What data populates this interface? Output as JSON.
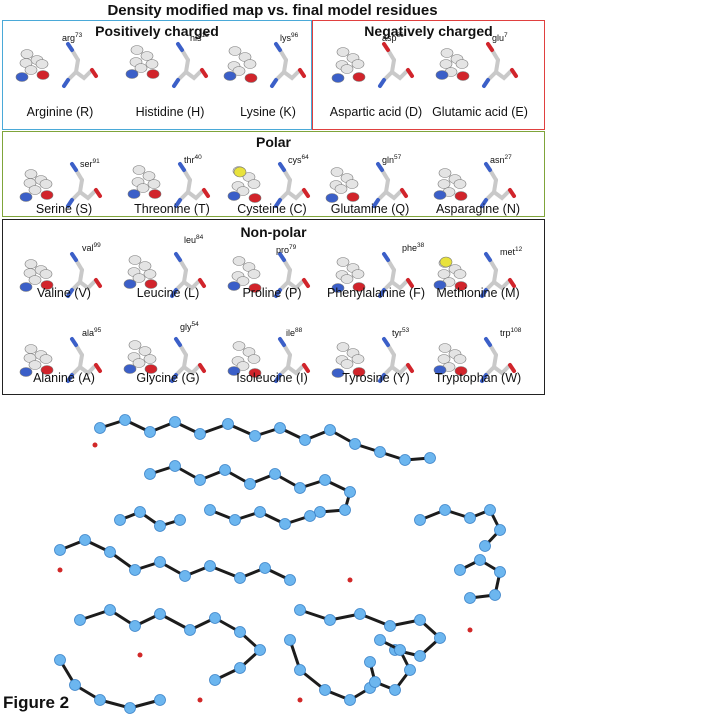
{
  "title": "Density modified map vs. final model residues",
  "figure_label": "Figure 2",
  "colors": {
    "positive": "#4aa9d8",
    "negative": "#e0403f",
    "polar": "#7fa43a",
    "nonpolar": "#222222",
    "density_blue": "#3b5fc8",
    "density_red": "#d1242b",
    "density_white": "#e4e4e4",
    "map_sphere": "#6cb6ef",
    "map_bond": "#1c1c1c",
    "sulfur": "#e8e23c"
  },
  "groups": [
    {
      "name": "Positively charged",
      "residues": [
        {
          "label": "Arginine (R)",
          "abbr": "arg",
          "num": "73"
        },
        {
          "label": "Histidine (H)",
          "abbr": "his",
          "num": "15"
        },
        {
          "label": "Lysine (K)",
          "abbr": "lys",
          "num": "96"
        }
      ]
    },
    {
      "name": "Negatively charged",
      "residues": [
        {
          "label": "Aspartic acid (D)",
          "abbr": "asp",
          "num": "66"
        },
        {
          "label": "Glutamic acid (E)",
          "abbr": "glu",
          "num": "7"
        }
      ]
    },
    {
      "name": "Polar",
      "residues": [
        {
          "label": "Serine (S)",
          "abbr": "ser",
          "num": "91"
        },
        {
          "label": "Threonine (T)",
          "abbr": "thr",
          "num": "40"
        },
        {
          "label": "Cysteine (C)",
          "abbr": "cys",
          "num": "64"
        },
        {
          "label": "Glutamine (Q)",
          "abbr": "gln",
          "num": "57"
        },
        {
          "label": "Asparagine (N)",
          "abbr": "asn",
          "num": "27"
        }
      ]
    },
    {
      "name": "Non-polar",
      "residues": [
        {
          "label": "Valine (V)",
          "abbr": "val",
          "num": "99"
        },
        {
          "label": "Leucine (L)",
          "abbr": "leu",
          "num": "84"
        },
        {
          "label": "Proline (P)",
          "abbr": "pro",
          "num": "79"
        },
        {
          "label": "Phenylalanine (F)",
          "abbr": "phe",
          "num": "38"
        },
        {
          "label": "Methionine (M)",
          "abbr": "met",
          "num": "12"
        },
        {
          "label": "Alanine (A)",
          "abbr": "ala",
          "num": "95"
        },
        {
          "label": "Glycine (G)",
          "abbr": "gly",
          "num": "54"
        },
        {
          "label": "Isoleucine (I)",
          "abbr": "ile",
          "num": "88"
        },
        {
          "label": "Tyrosine (Y)",
          "abbr": "tyr",
          "num": "53"
        },
        {
          "label": "Tryptophan (W)",
          "abbr": "trp",
          "num": "108"
        }
      ]
    }
  ]
}
